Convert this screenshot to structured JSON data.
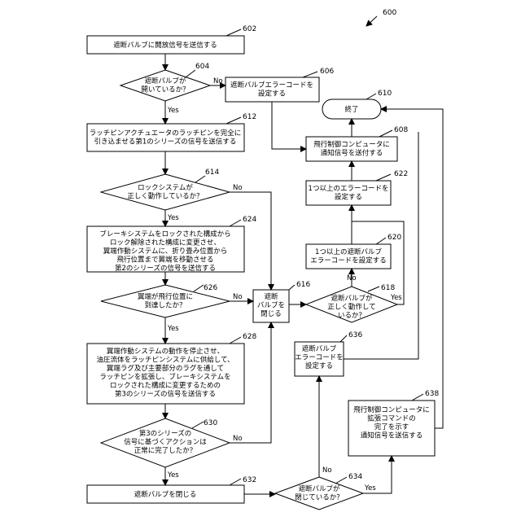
{
  "figure_ref": "600",
  "steps": {
    "s602": {
      "ref": "602",
      "lines": [
        "遮断バルブに開放信号を送信する"
      ]
    },
    "s604": {
      "ref": "604",
      "lines": [
        "遮断バルブが",
        "開いているか？"
      ]
    },
    "s606": {
      "ref": "606",
      "lines": [
        "遮断バルブエラーコードを",
        "設定する"
      ]
    },
    "s610": {
      "ref": "610",
      "lines": [
        "終了"
      ]
    },
    "s608": {
      "ref": "608",
      "lines": [
        "飛行制御コンピュータに",
        "通知信号を送付する"
      ]
    },
    "s612": {
      "ref": "612",
      "lines": [
        "ラッチピンアクチュエータのラッチピンを完全に",
        "引き込ませる第1のシリーズの信号を送信する"
      ]
    },
    "s614": {
      "ref": "614",
      "lines": [
        "ロックシステムが",
        "正しく動作しているか？"
      ]
    },
    "s622": {
      "ref": "622",
      "lines": [
        "1つ以上のエラーコードを",
        "設定する"
      ]
    },
    "s624": {
      "ref": "624",
      "lines": [
        "ブレーキシステムをロックされた構成から",
        "ロック解除された構成に変更させ、",
        "翼端作動システムに、折り畳み位置から",
        "飛行位置まで翼端を移動させる",
        "第2のシリーズの信号を送信する"
      ]
    },
    "s620": {
      "ref": "620",
      "lines": [
        "1つ以上の遮断バルブ",
        "エラーコードを設定する"
      ]
    },
    "s626": {
      "ref": "626",
      "lines": [
        "翼端が飛行位置に",
        "到達したか？"
      ]
    },
    "s616": {
      "ref": "616",
      "lines": [
        "遮断",
        "バルブを",
        "閉じる"
      ]
    },
    "s618": {
      "ref": "618",
      "lines": [
        "遮断バルブが",
        "正しく動作して",
        "いるか？"
      ]
    },
    "s628": {
      "ref": "628",
      "lines": [
        "翼端作動システムの動作を停止させ、",
        "油圧流体をラッチピンシステムに供給して、",
        "翼端ラグ及び主要部分のラグを通して",
        "ラッチピンを拡張し、ブレーキシステムを",
        "ロックされた構成に変更するための",
        "第3のシリーズの信号を送信する"
      ]
    },
    "s636": {
      "ref": "636",
      "lines": [
        "遮断バルブ",
        "エラーコードを",
        "設定する"
      ]
    },
    "s630": {
      "ref": "630",
      "lines": [
        "第3のシリーズの",
        "信号に基づくアクションは",
        "正常に完了したか？"
      ]
    },
    "s638": {
      "ref": "638",
      "lines": [
        "飛行制御コンピュータに",
        "拡張コマンドの",
        "完了を示す",
        "通知信号を送信する"
      ]
    },
    "s632": {
      "ref": "632",
      "lines": [
        "遮断バルブを閉じる"
      ]
    },
    "s634": {
      "ref": "634",
      "lines": [
        "遮断バルブが",
        "閉じているか？"
      ]
    }
  },
  "edges": {
    "e604_no": "No",
    "e604_yes": "Yes",
    "e614_no": "No",
    "e614_yes": "Yes",
    "e626_no": "No",
    "e626_yes": "Yes",
    "e618_no": "No",
    "e618_yes": "Yes",
    "e630_no": "No",
    "e630_yes": "Yes",
    "e634_no": "No",
    "e634_yes": "Yes"
  }
}
